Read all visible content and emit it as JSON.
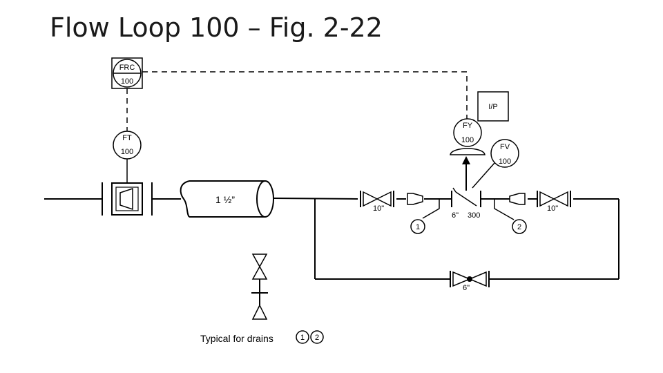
{
  "title": "Flow Loop 100 – Fig. 2-22",
  "instruments": {
    "frc": {
      "tag": "FRC",
      "loop": "100"
    },
    "ft": {
      "tag": "FT",
      "loop": "100"
    },
    "fy": {
      "tag": "FY",
      "loop": "100"
    },
    "fv": {
      "tag": "FV",
      "loop": "100"
    },
    "ip": {
      "tag": "I/P"
    }
  },
  "pipe": {
    "spool_size": "1 ½”"
  },
  "valves": {
    "inlet_block": "10\"",
    "outlet_block": "10\"",
    "bypass": "6\"",
    "control_size": "6\"",
    "control_rating": "300"
  },
  "drains": {
    "drain1": "1",
    "drain2": "2"
  },
  "legend": {
    "text": "Typical for drains",
    "ref1": "1",
    "ref2": "2"
  }
}
